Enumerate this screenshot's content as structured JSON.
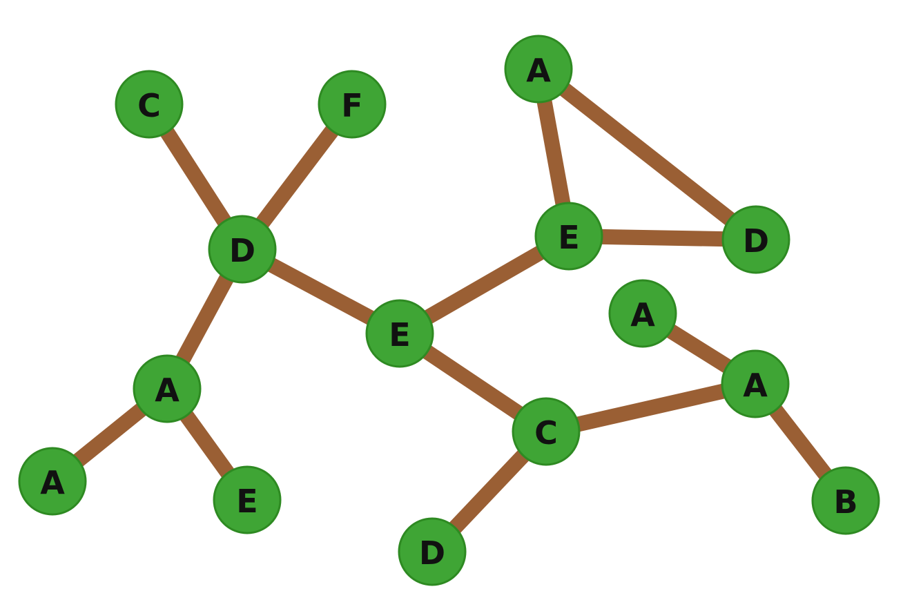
{
  "colors": {
    "node_fill": "#3fa535",
    "node_stroke": "#2e8a22",
    "edge": "#9a5f34",
    "label": "#111111",
    "background": "#ffffff"
  },
  "nodes": [
    {
      "id": "n1",
      "label": "C"
    },
    {
      "id": "n2",
      "label": "F"
    },
    {
      "id": "n3",
      "label": "D"
    },
    {
      "id": "n4",
      "label": "A"
    },
    {
      "id": "n5",
      "label": "A"
    },
    {
      "id": "n6",
      "label": "E"
    },
    {
      "id": "n7",
      "label": "E"
    },
    {
      "id": "n8",
      "label": "A"
    },
    {
      "id": "n9",
      "label": "E"
    },
    {
      "id": "n10",
      "label": "D"
    },
    {
      "id": "n11",
      "label": "A"
    },
    {
      "id": "n12",
      "label": "A"
    },
    {
      "id": "n13",
      "label": "C"
    },
    {
      "id": "n14",
      "label": "D"
    },
    {
      "id": "n15",
      "label": "B"
    }
  ],
  "edges": [
    {
      "from": "n1",
      "to": "n3"
    },
    {
      "from": "n2",
      "to": "n3"
    },
    {
      "from": "n3",
      "to": "n4"
    },
    {
      "from": "n3",
      "to": "n7"
    },
    {
      "from": "n4",
      "to": "n5"
    },
    {
      "from": "n4",
      "to": "n6"
    },
    {
      "from": "n7",
      "to": "n9"
    },
    {
      "from": "n7",
      "to": "n13"
    },
    {
      "from": "n8",
      "to": "n9"
    },
    {
      "from": "n8",
      "to": "n10"
    },
    {
      "from": "n9",
      "to": "n10"
    },
    {
      "from": "n11",
      "to": "n12"
    },
    {
      "from": "n12",
      "to": "n13"
    },
    {
      "from": "n12",
      "to": "n15"
    },
    {
      "from": "n13",
      "to": "n14"
    }
  ]
}
